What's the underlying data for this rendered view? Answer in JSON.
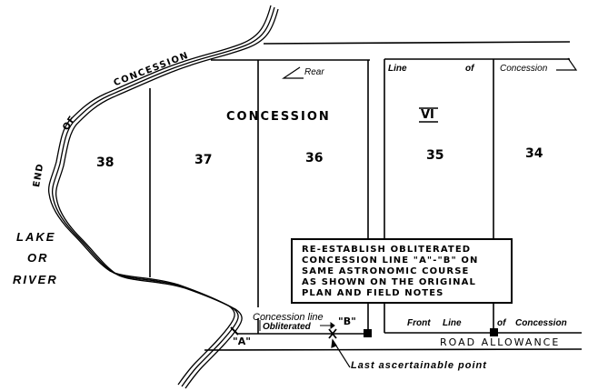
{
  "diagram": {
    "lots": [
      "38",
      "37",
      "36",
      "35",
      "34"
    ],
    "concession_label": "CONCESSION",
    "concession_number": "VI",
    "shoreline_labels": {
      "end": "END",
      "of": "OF",
      "concession": "CONCESSION"
    },
    "water_label": [
      "LAKE",
      "OR",
      "RIVER"
    ],
    "rear_line": {
      "rear": "Rear",
      "line": "Line",
      "of": "of",
      "concession": "Concession"
    },
    "front_line": {
      "front": "Front",
      "line": "Line",
      "of": "of",
      "concession": "Concession"
    },
    "road_allowance": "ROAD ALLOWANCE",
    "obliterated_line": {
      "line1": "Concession line",
      "line2": "Obliterated"
    },
    "points": {
      "a": "\"A\"",
      "b": "\"B\""
    },
    "last_point_label": "Last ascertainable point",
    "note": [
      "RE-ESTABLISH OBLITERATED",
      "CONCESSION LINE \"A\"-\"B\" ON",
      "SAME ASTRONOMIC COURSE",
      "AS SHOWN ON THE ORIGINAL",
      "PLAN AND FIELD NOTES"
    ],
    "colors": {
      "ink": "#000000",
      "paper": "#ffffff"
    }
  }
}
